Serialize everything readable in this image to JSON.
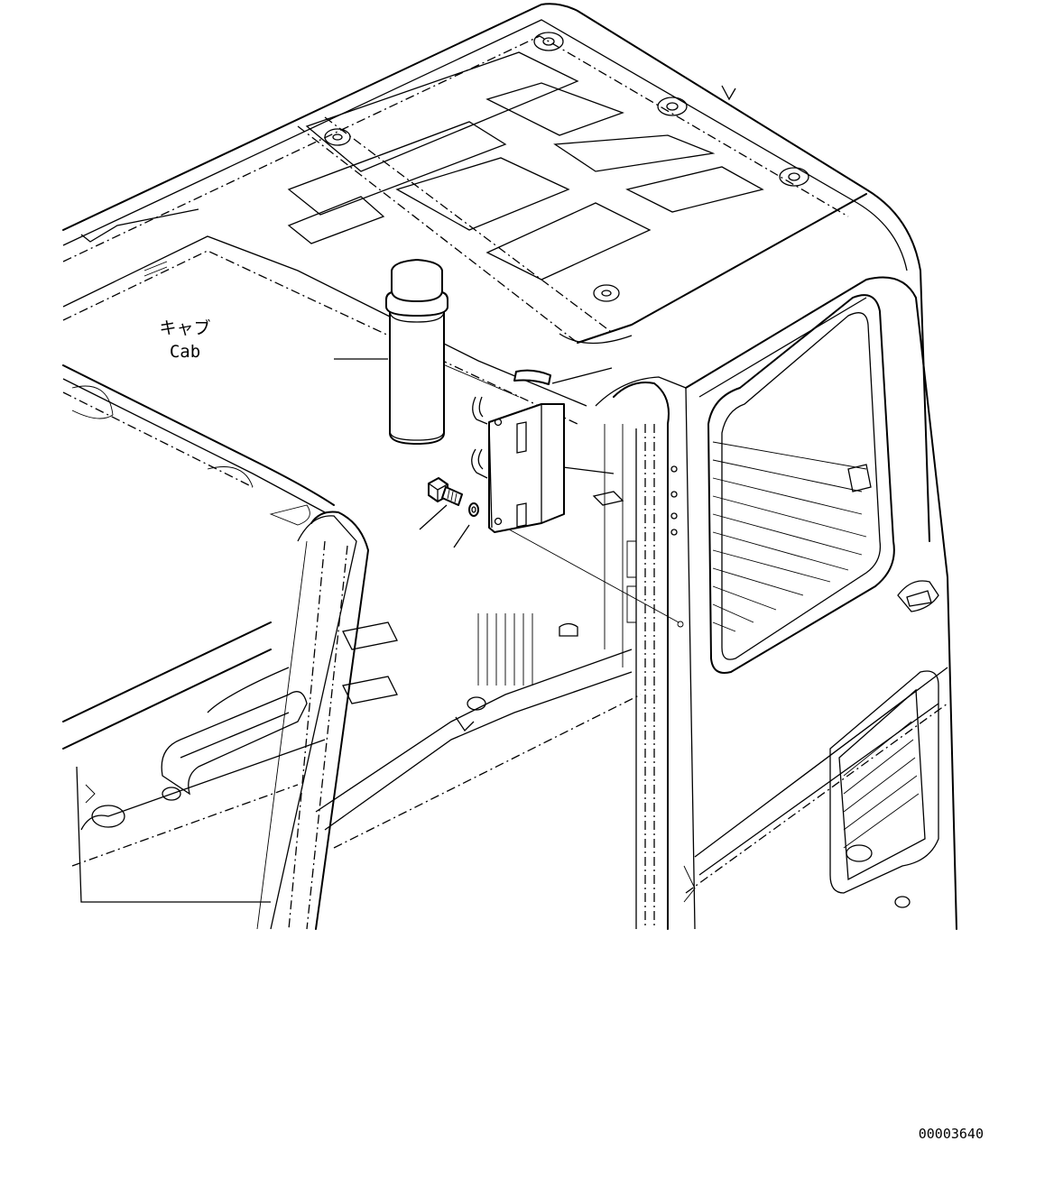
{
  "labels": {
    "cab_jp": "キャブ",
    "cab_en": "Cab",
    "drawing_number": "00003640"
  }
}
